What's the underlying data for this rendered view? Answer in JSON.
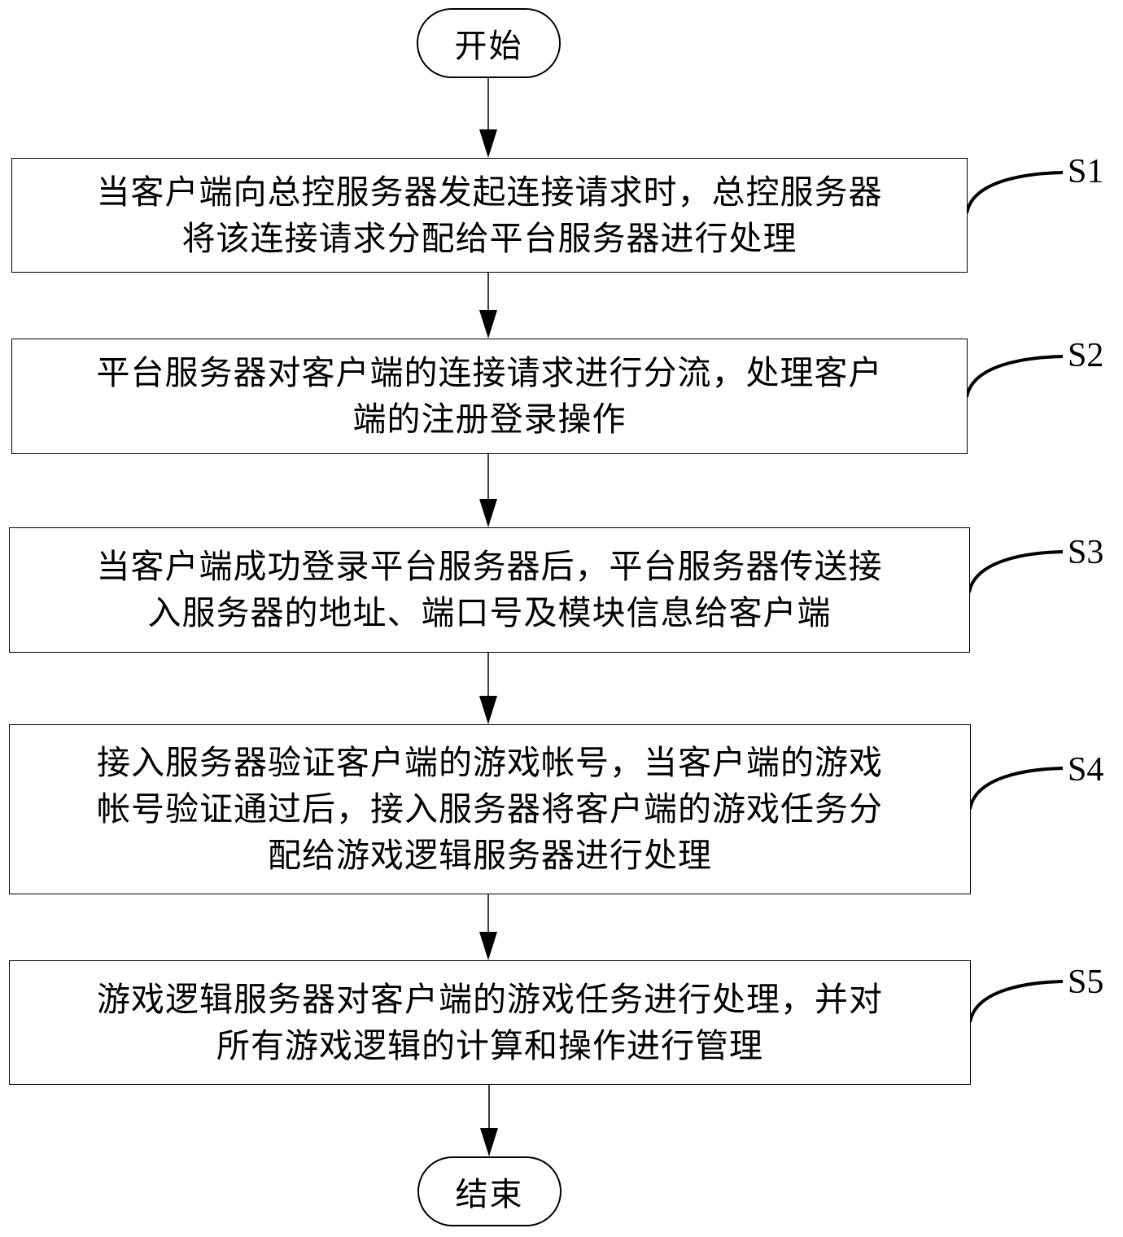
{
  "diagram": {
    "type": "flowchart",
    "start": {
      "label": "开始"
    },
    "end": {
      "label": "结束"
    },
    "steps": [
      {
        "id": "S1",
        "label": "S1",
        "lines": [
          "当客户端向总控服务器发起连接请求时，总控服务器",
          "将该连接请求分配给平台服务器进行处理"
        ]
      },
      {
        "id": "S2",
        "label": "S2",
        "lines": [
          "平台服务器对客户端的连接请求进行分流，处理客户",
          "端的注册登录操作"
        ]
      },
      {
        "id": "S3",
        "label": "S3",
        "lines": [
          "当客户端成功登录平台服务器后，平台服务器传送接",
          "入服务器的地址、端口号及模块信息给客户端"
        ]
      },
      {
        "id": "S4",
        "label": "S4",
        "lines": [
          "接入服务器验证客户端的游戏帐号，当客户端的游戏",
          "帐号验证通过后，接入服务器将客户端的游戏任务分",
          "配给游戏逻辑服务器进行处理"
        ]
      },
      {
        "id": "S5",
        "label": "S5",
        "lines": [
          "游戏逻辑服务器对客户端的游戏任务进行处理，并对",
          "所有游戏逻辑的计算和操作进行管理"
        ]
      }
    ],
    "edges": [
      {
        "from": "start",
        "to": "S1"
      },
      {
        "from": "S1",
        "to": "S2"
      },
      {
        "from": "S2",
        "to": "S3"
      },
      {
        "from": "S3",
        "to": "S4"
      },
      {
        "from": "S4",
        "to": "S5"
      },
      {
        "from": "S5",
        "to": "end"
      }
    ],
    "colors": {
      "stroke": "#000000",
      "background": "#ffffff",
      "text": "#000000"
    }
  }
}
